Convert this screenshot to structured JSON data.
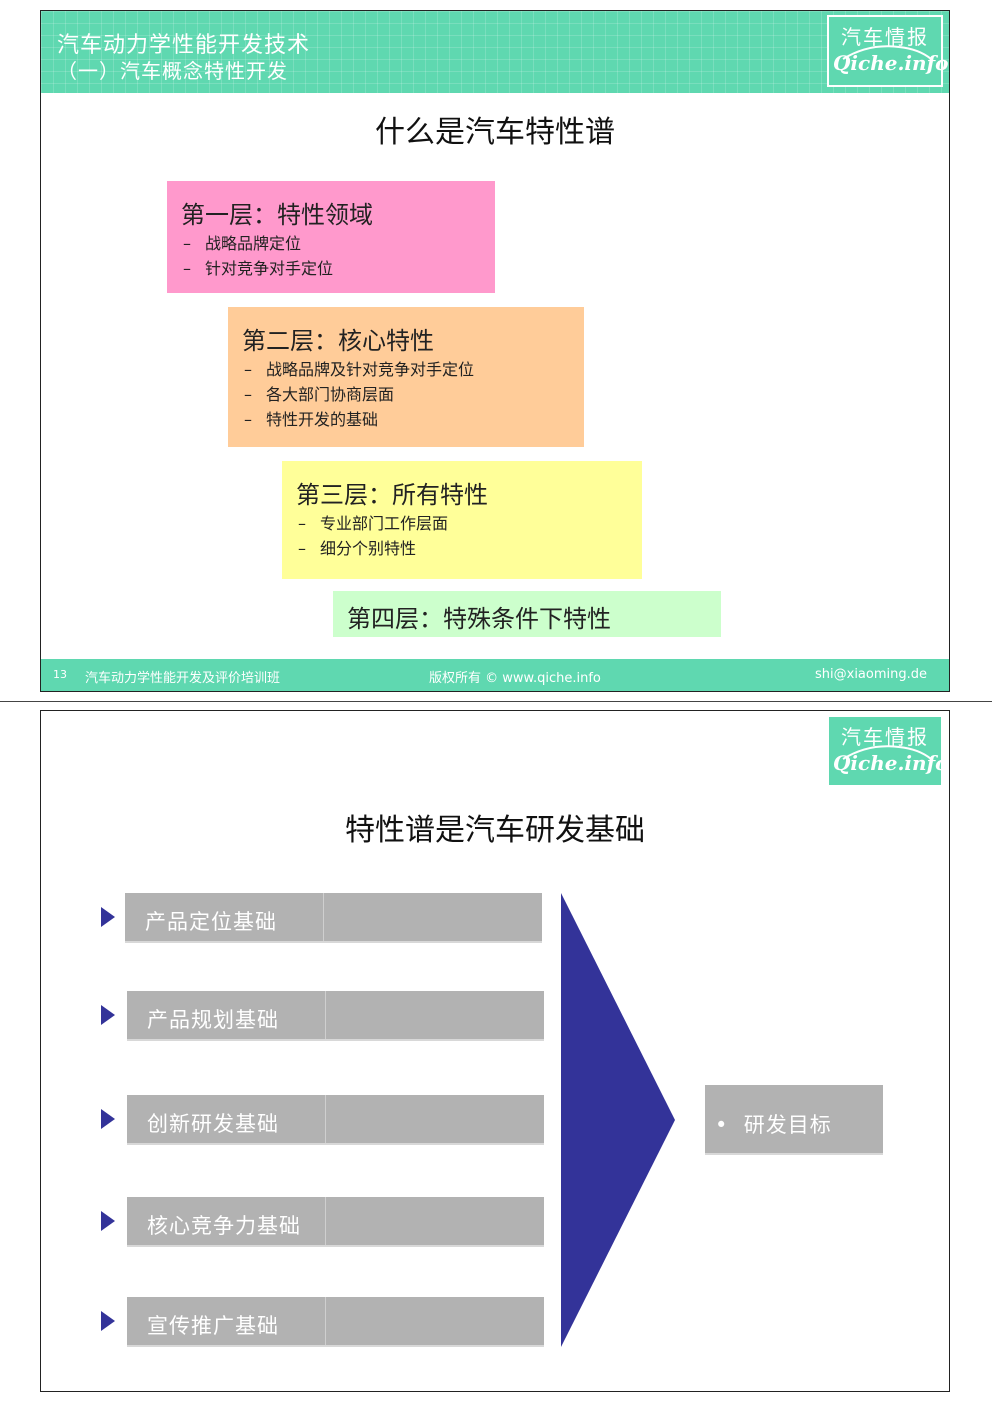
{
  "slide1": {
    "header_title": "汽车动力学性能开发技术",
    "header_subtitle": "（一）汽车概念特性开发",
    "logo_cn": "汽车情报",
    "logo_en": "Qiche.info",
    "title": "什么是汽车特性谱",
    "layers": [
      {
        "title": "第一层：特性领域",
        "color": "#ff99cc",
        "items": [
          "战略品牌定位",
          "针对竞争对手定位"
        ]
      },
      {
        "title": "第二层：核心特性",
        "color": "#ffcc99",
        "items": [
          "战略品牌及针对竞争对手定位",
          "各大部门协商层面",
          "特性开发的基础"
        ]
      },
      {
        "title": "第三层：所有特性",
        "color": "#ffff99",
        "items": [
          "专业部门工作层面",
          "细分个别特性"
        ]
      },
      {
        "title": "第四层：特殊条件下特性",
        "color": "#ccffcc",
        "items": []
      }
    ],
    "item_marker": "–",
    "footer": {
      "page": "13",
      "course": "汽车动力学性能开发及评价培训班",
      "copyright": "版权所有 © www.qiche.info",
      "email": "shi@xiaoming.de"
    }
  },
  "slide2": {
    "logo_cn": "汽车情报",
    "logo_en": "Qiche.info",
    "title": "特性谱是汽车研发基础",
    "bases": [
      "产品定位基础",
      "产品规划基础",
      "创新研发基础",
      "核心竞争力基础",
      "宣传推广基础"
    ],
    "target_bullet": "•",
    "target": "研发目标",
    "colors": {
      "accent": "#333399",
      "bar": "#b2b2b2",
      "header": "#5fd8b0"
    }
  }
}
